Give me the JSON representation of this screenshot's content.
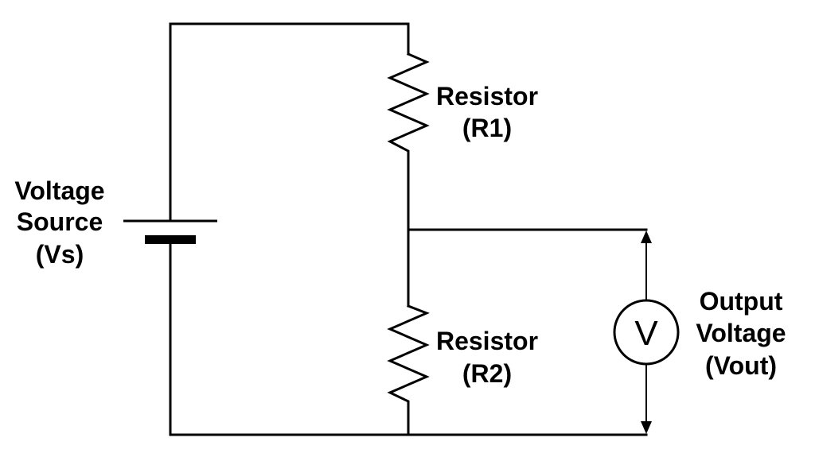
{
  "voltage_source": {
    "line1": "Voltage",
    "line2": "Source",
    "line3": "(Vs)"
  },
  "resistor_r1": {
    "line1": "Resistor",
    "line2": "(R1)"
  },
  "resistor_r2": {
    "line1": "Resistor",
    "line2": "(R2)"
  },
  "output_voltage": {
    "line1": "Output",
    "line2": "Voltage",
    "line3": "(Vout)"
  },
  "voltmeter": {
    "symbol": "V"
  },
  "colors": {
    "stroke": "#000000",
    "background": "#ffffff"
  }
}
